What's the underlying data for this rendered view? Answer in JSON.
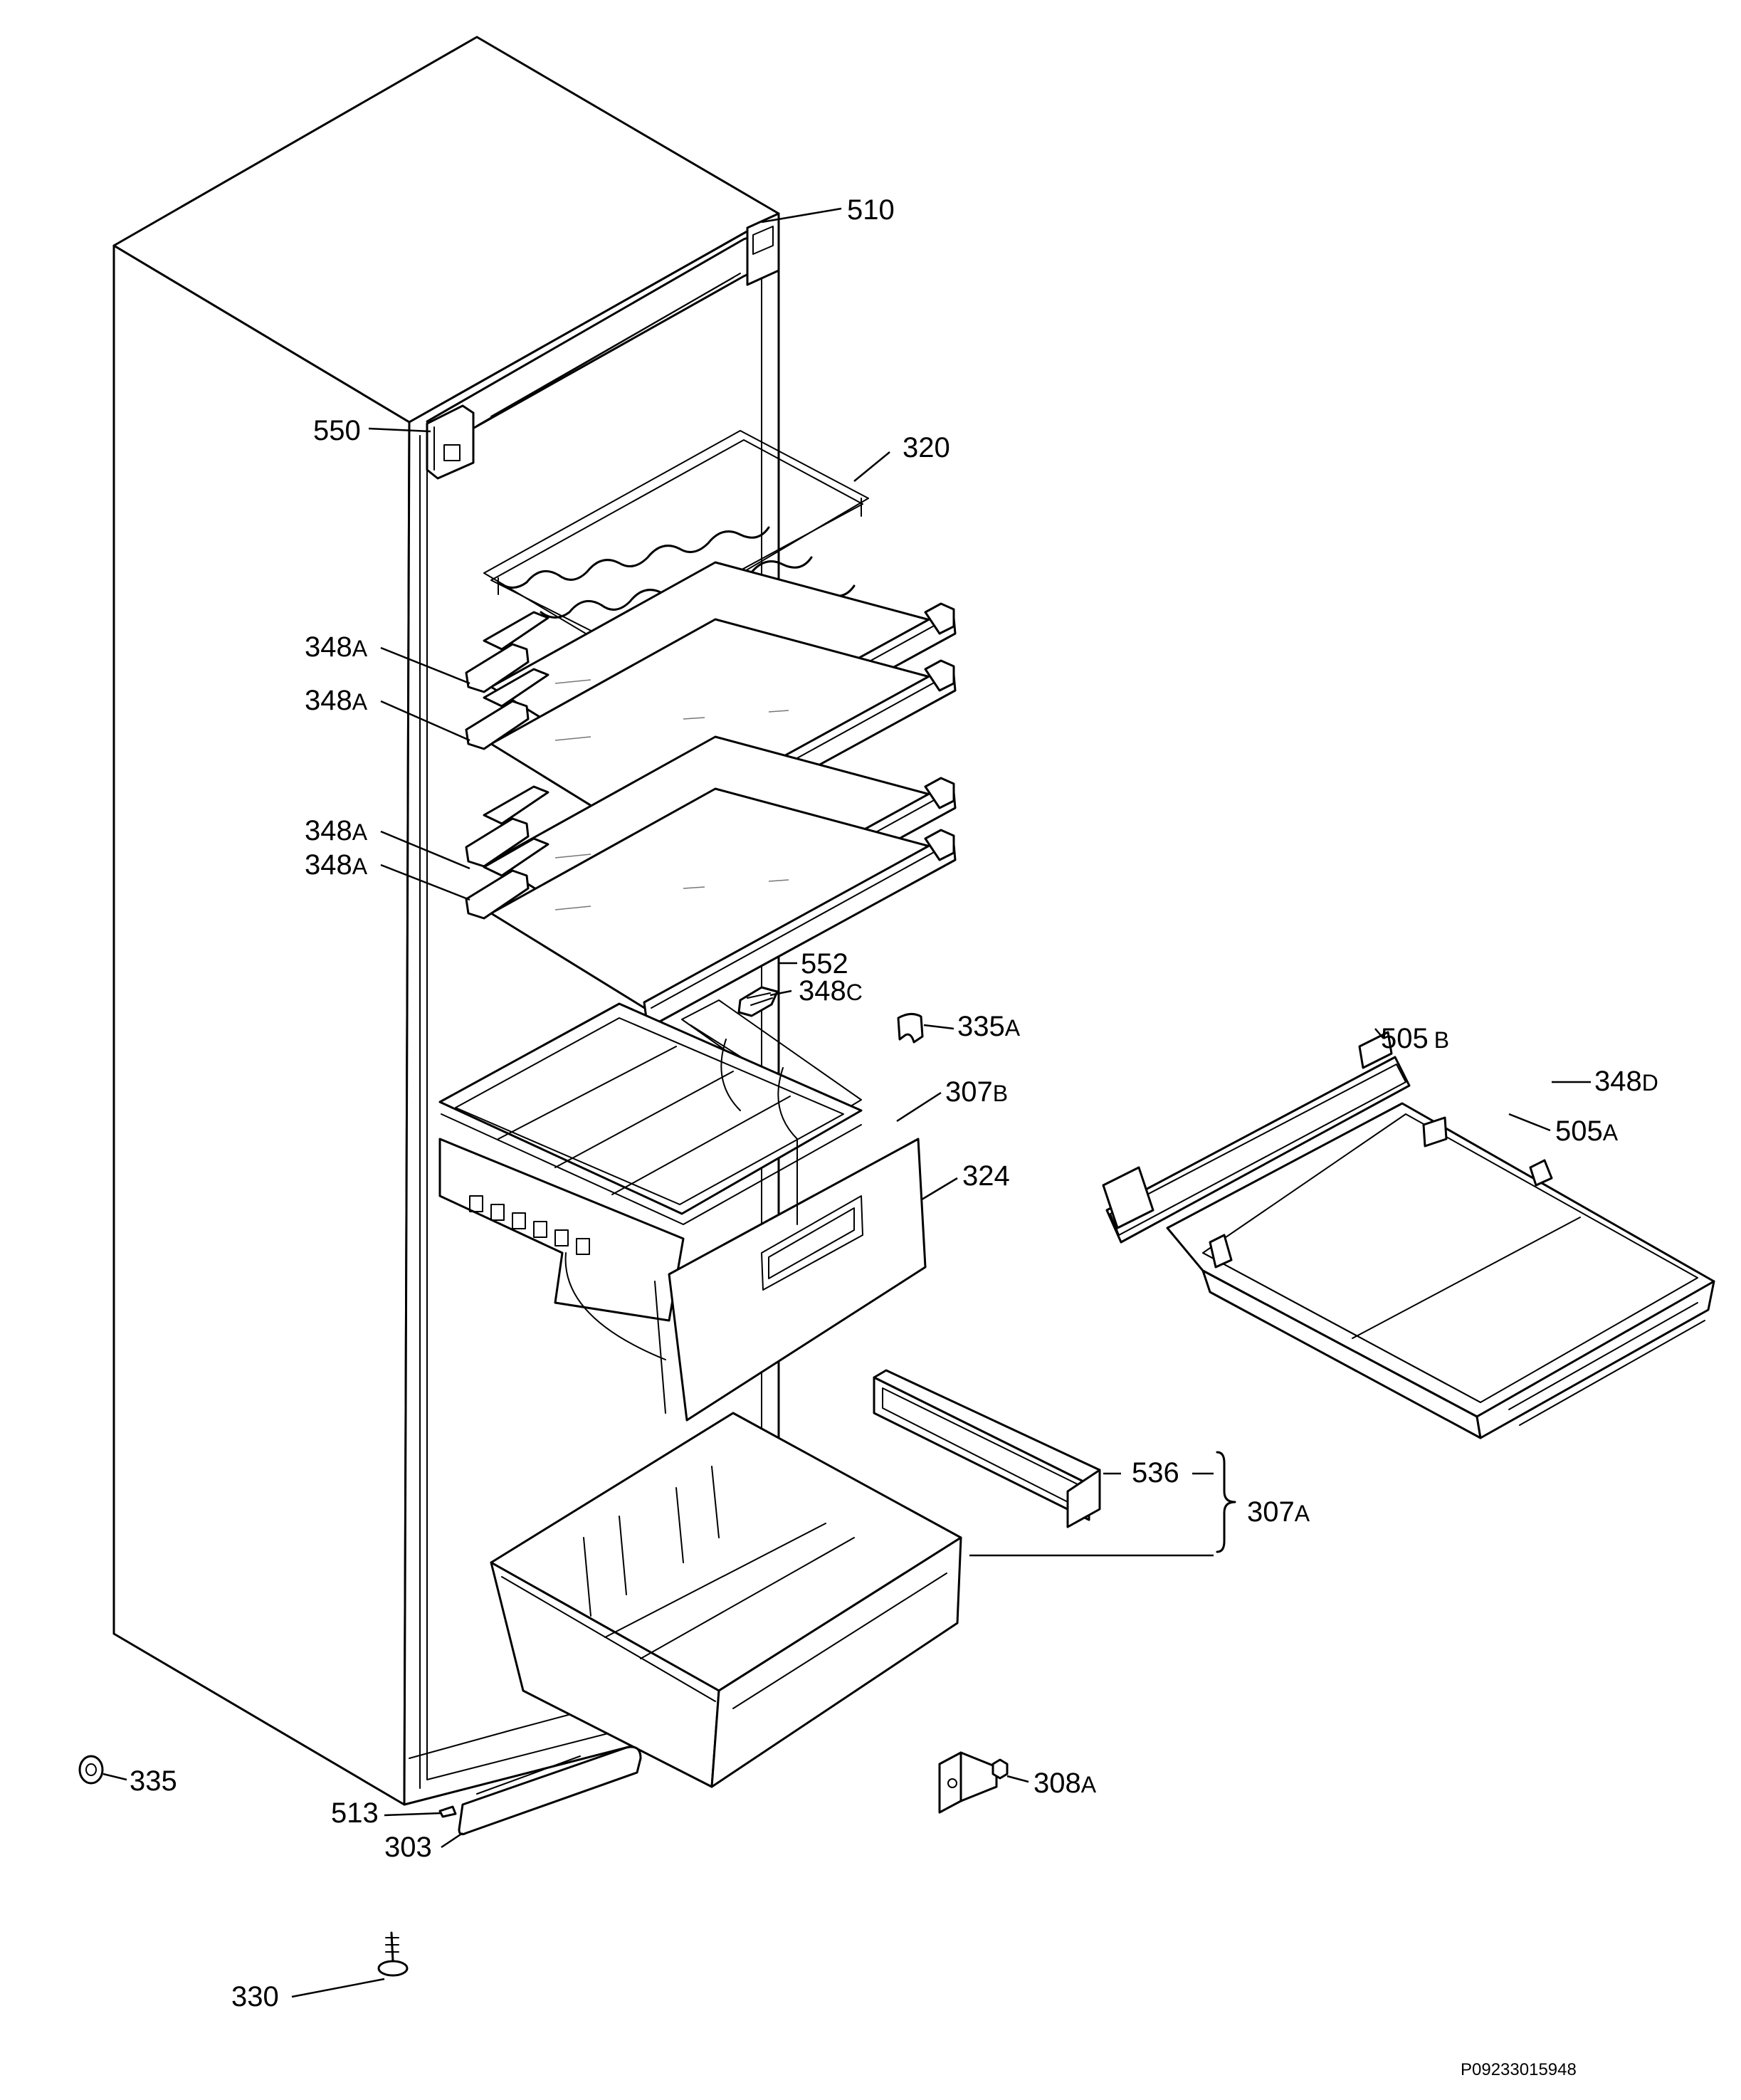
{
  "diagram": {
    "drawing_code": "P09233015948",
    "labels": [
      {
        "id": "510",
        "main": "510",
        "sub": ""
      },
      {
        "id": "550",
        "main": "550",
        "sub": ""
      },
      {
        "id": "320",
        "main": "320",
        "sub": ""
      },
      {
        "id": "348a-1",
        "main": "348",
        "sub": "A"
      },
      {
        "id": "348a-2",
        "main": "348",
        "sub": "A"
      },
      {
        "id": "348a-3",
        "main": "348",
        "sub": "A"
      },
      {
        "id": "348a-4",
        "main": "348",
        "sub": "A"
      },
      {
        "id": "552",
        "main": "552",
        "sub": ""
      },
      {
        "id": "348c",
        "main": "348",
        "sub": "C"
      },
      {
        "id": "335a",
        "main": "335",
        "sub": "A"
      },
      {
        "id": "307b",
        "main": "307",
        "sub": "B"
      },
      {
        "id": "324",
        "main": "324",
        "sub": ""
      },
      {
        "id": "505b",
        "main": "505",
        "sub": "B"
      },
      {
        "id": "348d",
        "main": "348",
        "sub": "D"
      },
      {
        "id": "505a",
        "main": "505",
        "sub": "A"
      },
      {
        "id": "536",
        "main": "536",
        "sub": ""
      },
      {
        "id": "307a",
        "main": "307",
        "sub": "A"
      },
      {
        "id": "335",
        "main": "335",
        "sub": ""
      },
      {
        "id": "308a",
        "main": "308",
        "sub": "A"
      },
      {
        "id": "513",
        "main": "513",
        "sub": ""
      },
      {
        "id": "303",
        "main": "303",
        "sub": ""
      },
      {
        "id": "330",
        "main": "330",
        "sub": ""
      }
    ]
  }
}
